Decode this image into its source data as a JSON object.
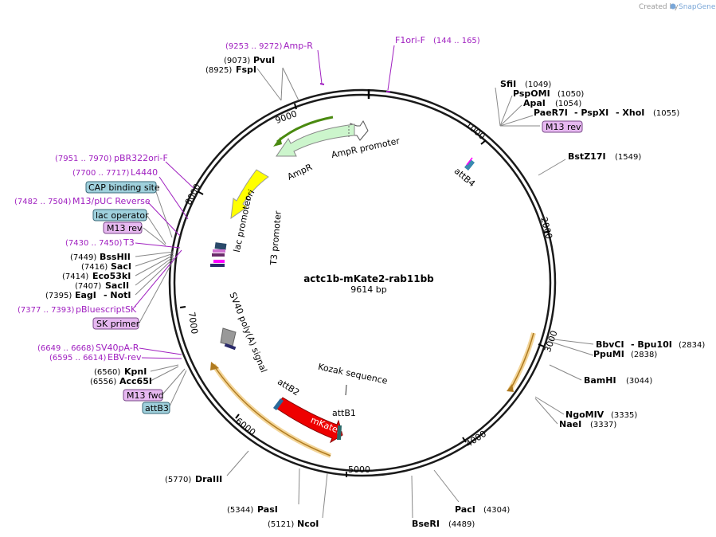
{
  "watermark": {
    "prefix": "Created by",
    "brand": "SnapGene"
  },
  "plasmid": {
    "name": "actc1b-mKate2-rab11bb",
    "length_label": "9614 bp"
  },
  "ticks": {
    "t1000": "1000",
    "t2000": "2000",
    "t3000": "3000",
    "t4000": "4000",
    "t5000": "5000",
    "t6000": "6000",
    "t7000": "7000",
    "t8000": "8000",
    "t9000": "9000"
  },
  "features": {
    "ampr_promoter": "AmpR promoter",
    "ampr": "AmpR",
    "ori": "ori",
    "lac_promoter": "lac promoter",
    "t3_promoter": "T3 promoter",
    "sv40_signal": "SV40 poly(A) signal",
    "kozak": "Kozak sequence",
    "attb1": "attB1",
    "attb2": "attB2",
    "attb4": "attB4",
    "mkate2": "mKate2"
  },
  "boxes": {
    "m13_rev": "M13 rev",
    "cap_binding_site": "CAP binding site",
    "lac_operator": "lac operator",
    "sk_primer": "SK primer",
    "m13_fwd": "M13 fwd",
    "attb3": "attB3"
  },
  "primers": {
    "amp_r": {
      "name": "Amp-R",
      "range": "(9253 .. 9272)"
    },
    "f1ori_f": {
      "name": "F1ori-F",
      "range": "(144 .. 165)"
    },
    "pbr322ori_f": {
      "name": "pBR322ori-F",
      "range": "(7951 .. 7970)"
    },
    "l4440": {
      "name": "L4440",
      "range": "(7700 .. 7717)"
    },
    "m13_puc_reverse": {
      "name": "M13/pUC Reverse",
      "range": "(7482 .. 7504)"
    },
    "t3": {
      "name": "T3",
      "range": "(7430 .. 7450)"
    },
    "pbluescriptsk": {
      "name": "pBluescriptSK",
      "range": "(7377 .. 7393)"
    },
    "sv40pa_r": {
      "name": "SV40pA-R",
      "range": "(6649 .. 6668)"
    },
    "ebv_rev": {
      "name": "EBV-rev",
      "range": "(6595 .. 6614)"
    }
  },
  "enzymes": {
    "pvui": {
      "name": "PvuI",
      "pos": "(9073)"
    },
    "fspi": {
      "name": "FspI",
      "pos": "(8925)"
    },
    "sfii": {
      "name": "SfiI",
      "pos": "(1049)"
    },
    "pspomi": {
      "name": "PspOMI",
      "pos": "(1050)"
    },
    "apai": {
      "name": "ApaI",
      "pos": "(1054)"
    },
    "paer7i": {
      "name": "PaeR7I",
      "pos": "(1055)"
    },
    "pspxi": {
      "name": "- PspXI"
    },
    "xhoi": {
      "name": "- XhoI"
    },
    "bstz17i": {
      "name": "BstZ17I",
      "pos": "(1549)"
    },
    "bbvci": {
      "name": "BbvCI",
      "pos": "(2834)"
    },
    "bpu10i": {
      "name": "- Bpu10I"
    },
    "ppumi": {
      "name": "PpuMI",
      "pos": "(2838)"
    },
    "bamhi": {
      "name": "BamHI",
      "pos": "(3044)"
    },
    "ngomiv": {
      "name": "NgoMIV",
      "pos": "(3335)"
    },
    "naei": {
      "name": "NaeI",
      "pos": "(3337)"
    },
    "paci": {
      "name": "PacI",
      "pos": "(4304)"
    },
    "bseri": {
      "name": "BseRI",
      "pos": "(4489)"
    },
    "pasi": {
      "name": "PasI",
      "pos": "(5344)"
    },
    "ncoi": {
      "name": "NcoI",
      "pos": "(5121)"
    },
    "draiii": {
      "name": "DraIII",
      "pos": "(5770)"
    },
    "bsshii": {
      "name": "BssHII",
      "pos": "(7449)"
    },
    "saci": {
      "name": "SacI",
      "pos": "(7416)"
    },
    "eco53ki": {
      "name": "Eco53kI",
      "pos": "(7414)"
    },
    "sacii": {
      "name": "SacII",
      "pos": "(7407)"
    },
    "eagi": {
      "name": "EagI",
      "pos": "(7395)"
    },
    "noti": {
      "name": "- NotI"
    },
    "kpni": {
      "name": "KpnI",
      "pos": "(6560)"
    },
    "acc65i": {
      "name": "Acc65I",
      "pos": "(6556)"
    }
  }
}
